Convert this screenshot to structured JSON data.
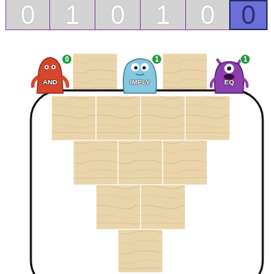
{
  "diagram": {
    "nodes": [
      {
        "text": [
          "0"
        ]
      },
      {
        "text": [
          "1"
        ]
      },
      {
        "text": [
          "0"
        ]
      },
      {
        "text": [
          "1"
        ]
      },
      {
        "text": [
          "0"
        ]
      },
      {
        "text": [
          "0"
        ]
      },
      {
        "text": [
          "AND",
          "0"
        ]
      },
      {
        "text": [
          "IMPLY",
          "1"
        ]
      },
      {
        "text": [
          "EQ",
          "1"
        ]
      }
    ]
  }
}
